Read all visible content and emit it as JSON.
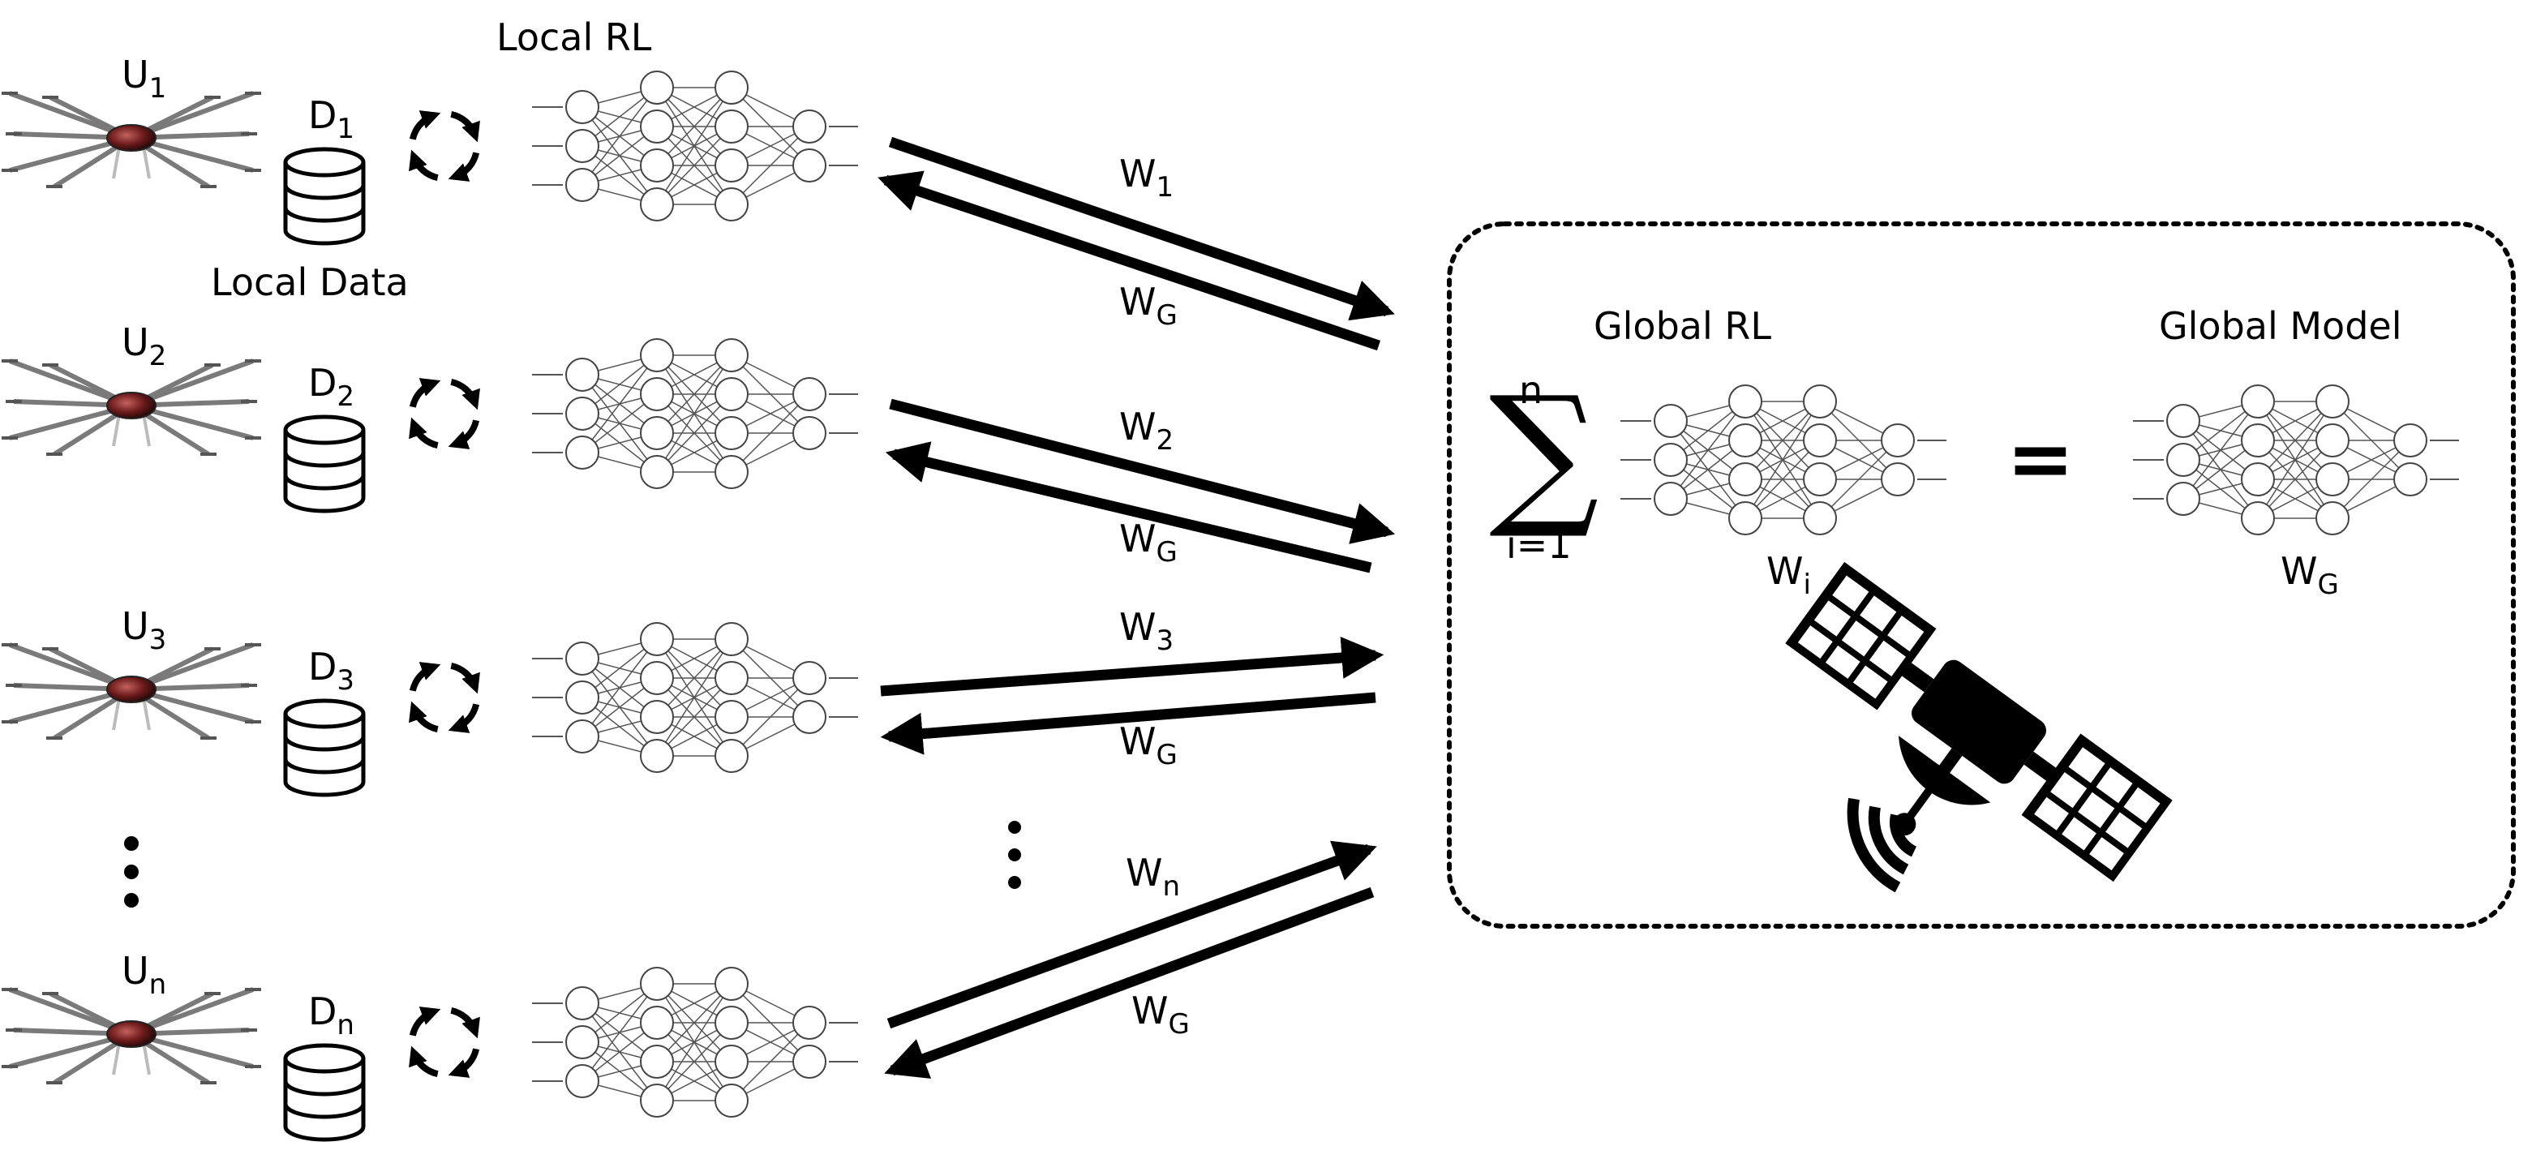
{
  "labels": {
    "local_rl": "Local RL",
    "local_data": "Local Data",
    "global_rl": "Global RL",
    "global_model": "Global Model",
    "sum_upper": "n",
    "sum_lower": "i=1",
    "equals": "=",
    "w_letter": "W",
    "wi_sub": "i",
    "wg_sub": "G"
  },
  "clients": [
    {
      "u": "U",
      "u_sub": "1",
      "d": "D",
      "d_sub": "1",
      "w_sub": "1"
    },
    {
      "u": "U",
      "u_sub": "2",
      "d": "D",
      "d_sub": "2",
      "w_sub": "2"
    },
    {
      "u": "U",
      "u_sub": "3",
      "d": "D",
      "d_sub": "3",
      "w_sub": "3"
    },
    {
      "u": "U",
      "u_sub": "n",
      "d": "D",
      "d_sub": "n",
      "w_sub": "n"
    }
  ],
  "colors": {
    "ink": "#000000",
    "drone_body": "#6b1a1a",
    "drone_arm": "#8a8a8a"
  }
}
